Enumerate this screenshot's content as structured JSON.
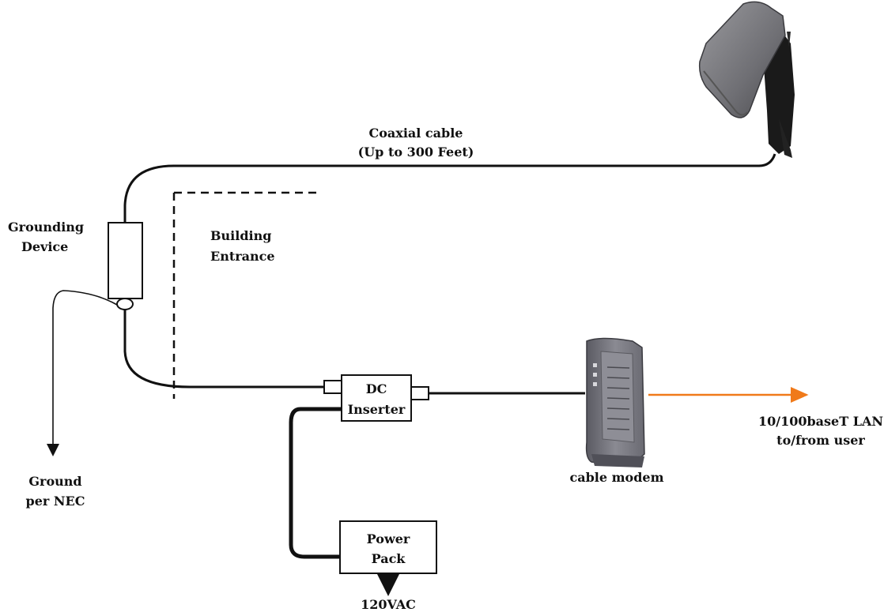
{
  "labels": {
    "coax_line1": "Coaxial cable",
    "coax_line2": "(Up to 300 Feet)",
    "grounding_line1": "Grounding",
    "grounding_line2": "Device",
    "building_line1": "Building",
    "building_line2": "Entrance",
    "dc_line1": "DC",
    "dc_line2": "Inserter",
    "power_line1": "Power",
    "power_line2": "Pack",
    "vac": "120VAC",
    "ground_line1": "Ground",
    "ground_line2": "per NEC",
    "modem": "cable modem",
    "lan_line1": "10/100baseT LAN",
    "lan_line2": "to/from user"
  },
  "icons": {
    "antenna": "antenna-icon",
    "modem": "cable-modem-icon"
  },
  "colors": {
    "lan_arrow": "#f07a1a",
    "line": "#111111",
    "device_gray": "#7a7a80"
  }
}
